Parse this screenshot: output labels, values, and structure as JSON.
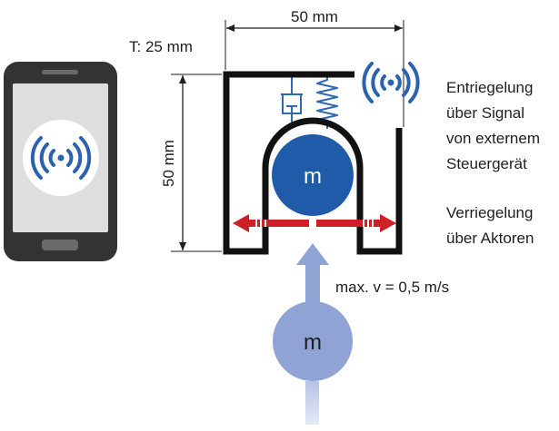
{
  "dimensions": {
    "width_label": "50 mm",
    "height_label": "50 mm",
    "thickness_label": "T: 25 mm"
  },
  "mass_label": "m",
  "moving_mass_label": "m",
  "speed_label": "max. v = 0,5 m/s",
  "unlock_text": [
    "Entriegelung",
    "über Signal",
    "von externem",
    "Steuergerät"
  ],
  "lock_text": [
    "Verriegelung",
    "über Aktoren"
  ],
  "icons": {
    "phone": "smartphone-icon",
    "wireless": "wireless-signal-icon"
  },
  "colors": {
    "housing": "#111111",
    "mass": "#1f5ba8",
    "moving_mass": "#8fa3d4",
    "arrow": "#d11f26",
    "signal": "#2a62b0",
    "spring": "#2f68b3",
    "phone_body": "#333333",
    "phone_screen": "#dedede"
  }
}
